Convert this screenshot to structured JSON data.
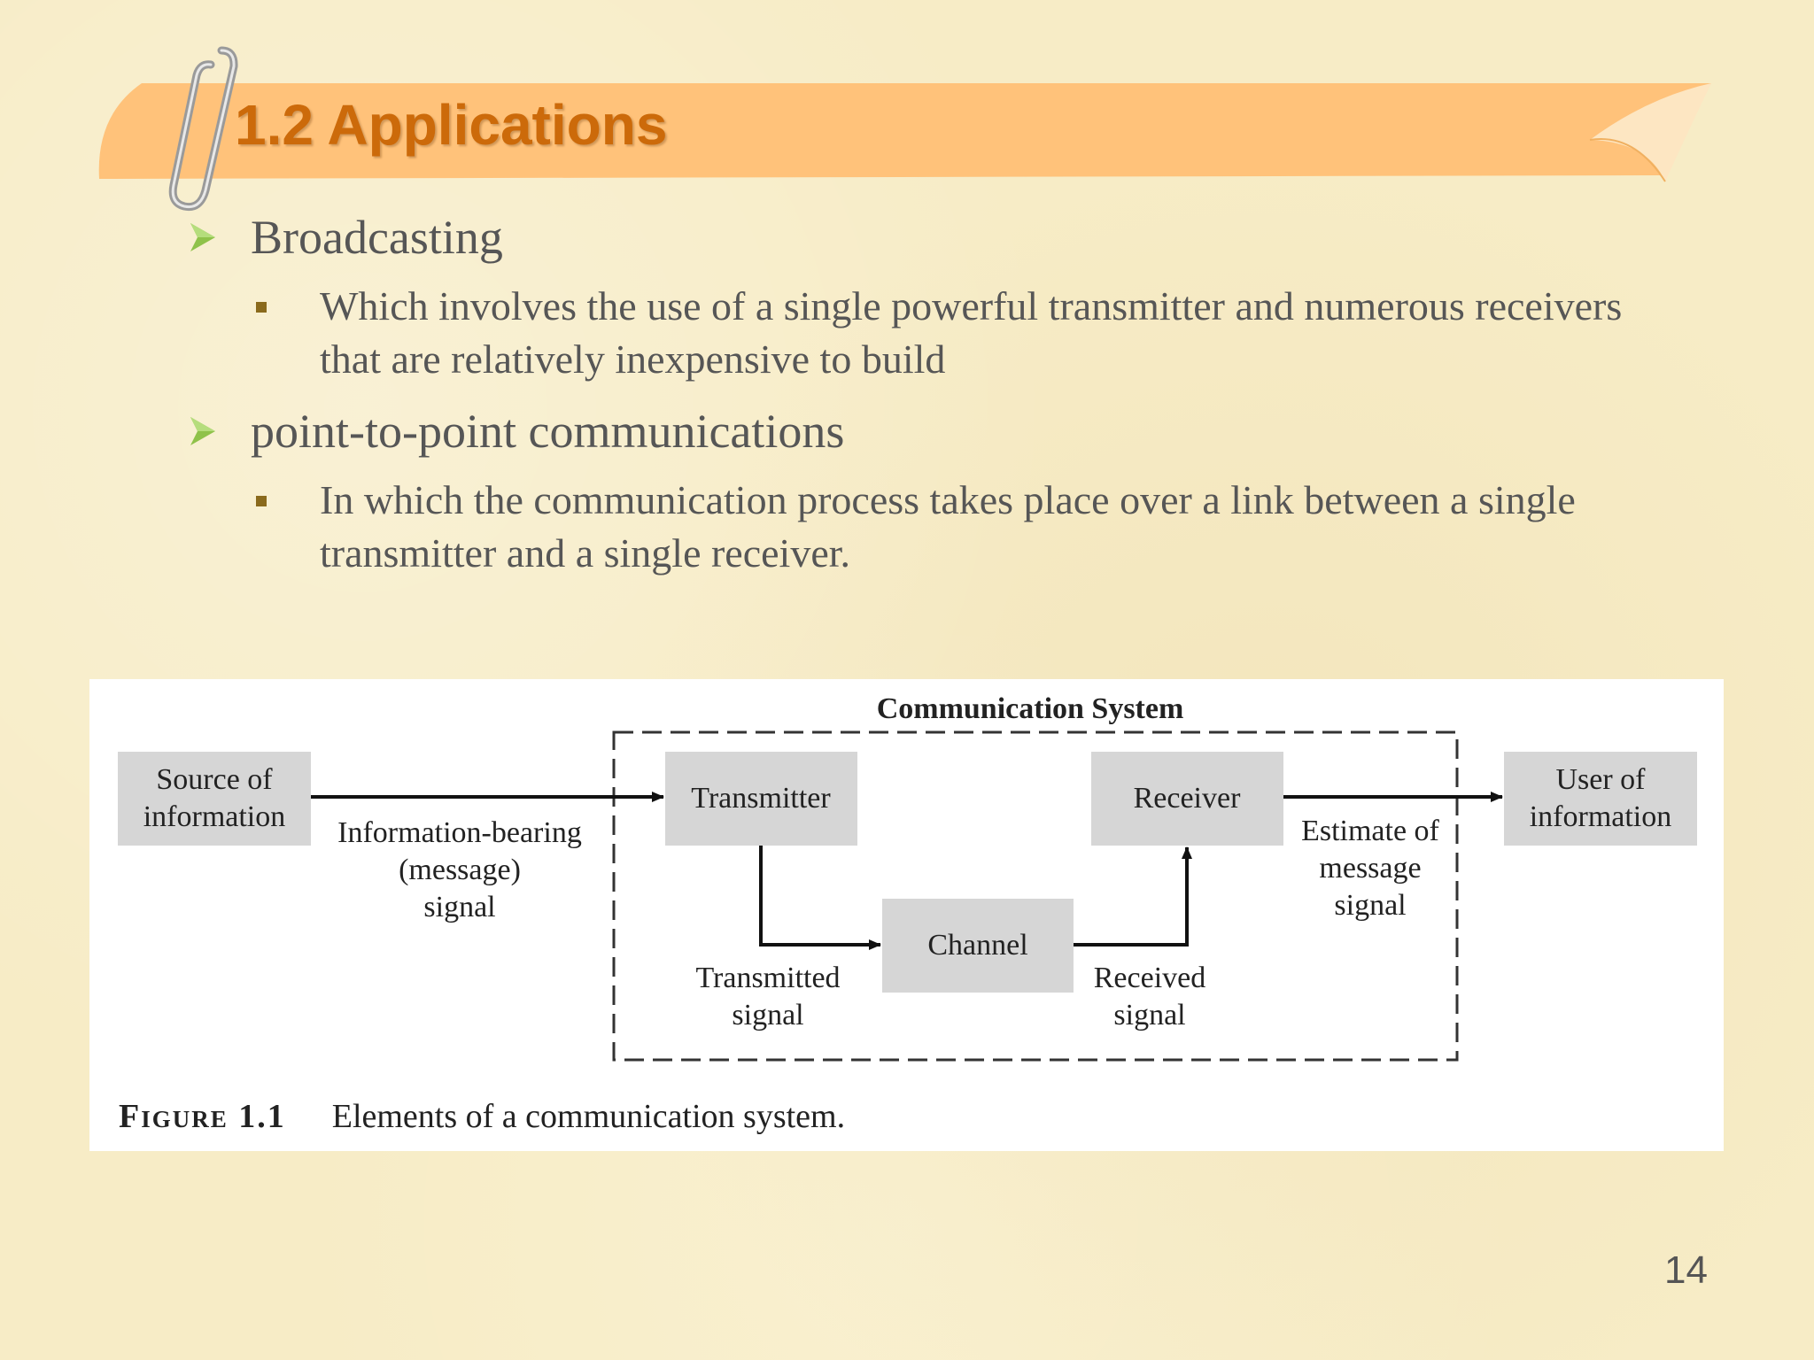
{
  "slide": {
    "title": "1.2 Applications",
    "page_number": "14"
  },
  "bullets": [
    {
      "label": "Broadcasting",
      "sub": [
        "Which involves the use of a single powerful transmitter and numerous receivers that are relatively inexpensive to build"
      ]
    },
    {
      "label": "point-to-point communications",
      "sub": [
        "In which the communication process takes place over a link between a single transmitter and a single receiver."
      ]
    }
  ],
  "figure": {
    "system_label": "Communication System",
    "source": [
      "Source of",
      "information"
    ],
    "message_signal": [
      "Information-bearing",
      "(message)",
      "signal"
    ],
    "transmitter": "Transmitter",
    "receiver": "Receiver",
    "channel": "Channel",
    "transmitted_signal": [
      "Transmitted",
      "signal"
    ],
    "received_signal": [
      "Received",
      "signal"
    ],
    "estimate": [
      "Estimate of",
      "message",
      "signal"
    ],
    "user": [
      "User of",
      "information"
    ],
    "caption_label": "Figure 1.1",
    "caption_text": "Elements of a communication system."
  },
  "colors": {
    "title_band": "#ffc27a",
    "title_text": "#cc6a0a",
    "bullet_arrow": "#8fc24a",
    "body_text": "#565656",
    "block_fill": "#d6d6d6"
  }
}
